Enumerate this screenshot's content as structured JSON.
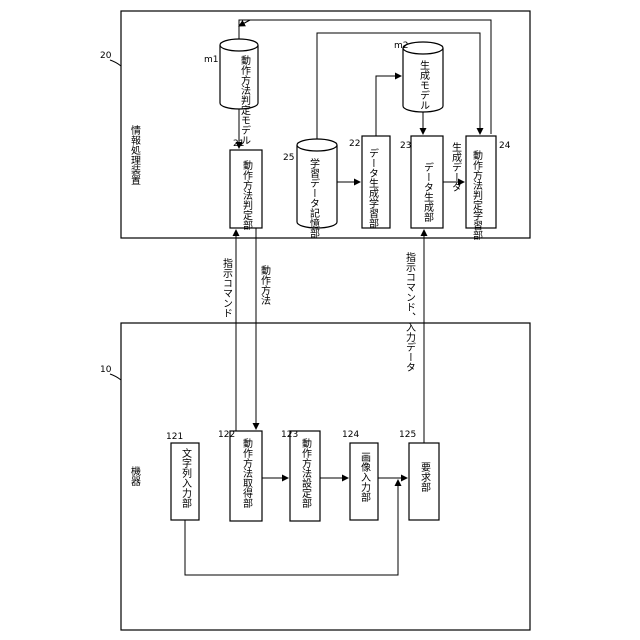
{
  "device": {
    "ref": "10",
    "title": "機器",
    "blocks": [
      {
        "ref": "121",
        "label": "文字列入力部"
      },
      {
        "ref": "122",
        "label": "動作方法取得部"
      },
      {
        "ref": "123",
        "label": "動作方法設定部"
      },
      {
        "ref": "124",
        "label": "画像入力部"
      },
      {
        "ref": "125",
        "label": "要求部"
      }
    ]
  },
  "server": {
    "ref": "20",
    "title": "情報処理装置",
    "blocks": [
      {
        "ref": "21",
        "label": "動作方法判定部"
      },
      {
        "ref": "22",
        "label": "データ生成学習部"
      },
      {
        "ref": "23",
        "label": "データ生成部"
      },
      {
        "ref": "24",
        "label": "動作方法判定学習部"
      }
    ],
    "storage": {
      "ref": "25",
      "label": "学習データ記憶部"
    },
    "models": [
      {
        "ref": "m1",
        "label": "動作方法判定モデル"
      },
      {
        "ref": "m2",
        "label": "生成モデル"
      }
    ],
    "internal_label": "生成データ"
  },
  "links": {
    "instruction_command": "指示コマンド",
    "operation_method": "動作方法",
    "instruction_input": "指示コマンド、入力データ"
  }
}
